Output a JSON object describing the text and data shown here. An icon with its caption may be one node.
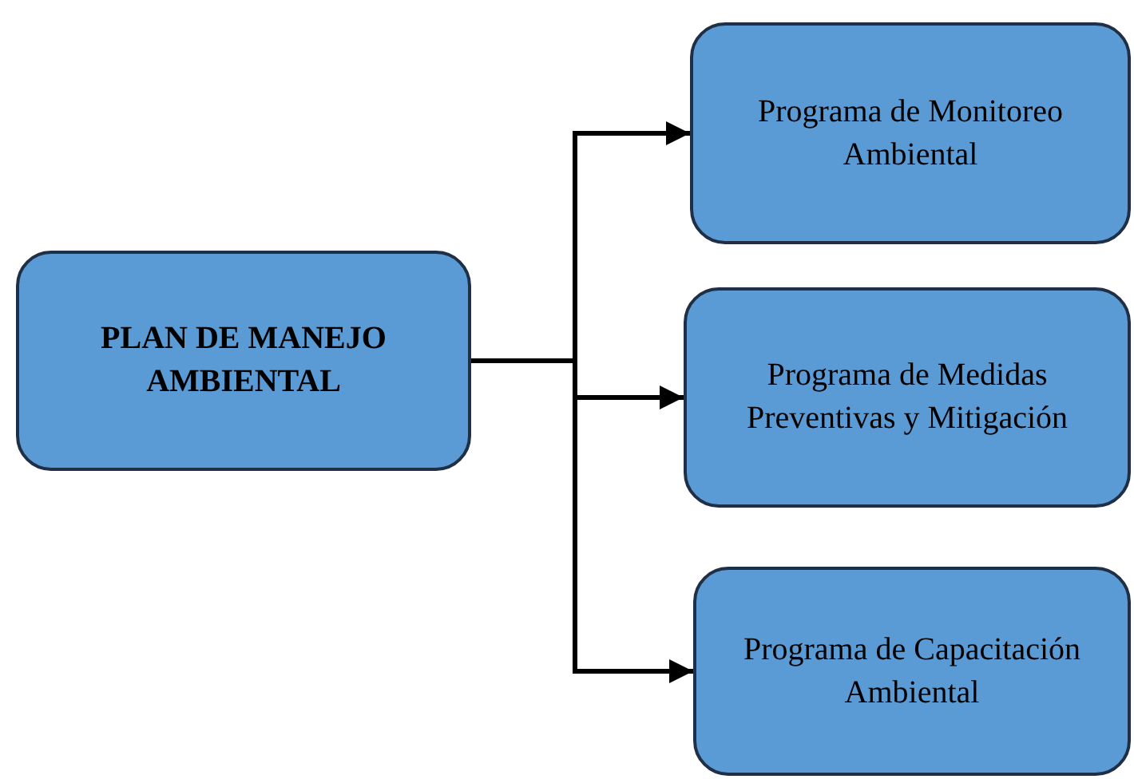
{
  "diagram": {
    "nodes": [
      {
        "text": [
          "PLAN DE MANEJO AMBIENTAL"
        ]
      },
      {
        "text": [
          "Programa de Monitoreo Ambiental"
        ]
      },
      {
        "text": [
          "Programa de Medidas Preventivas y Mitigación"
        ]
      },
      {
        "text": [
          "Programa de Capacitación Ambiental"
        ]
      }
    ],
    "edges": [
      {
        "from": 0,
        "to": 1,
        "arrow": "to"
      },
      {
        "from": 0,
        "to": 2,
        "arrow": "to"
      },
      {
        "from": 0,
        "to": 3,
        "arrow": "to"
      }
    ]
  }
}
